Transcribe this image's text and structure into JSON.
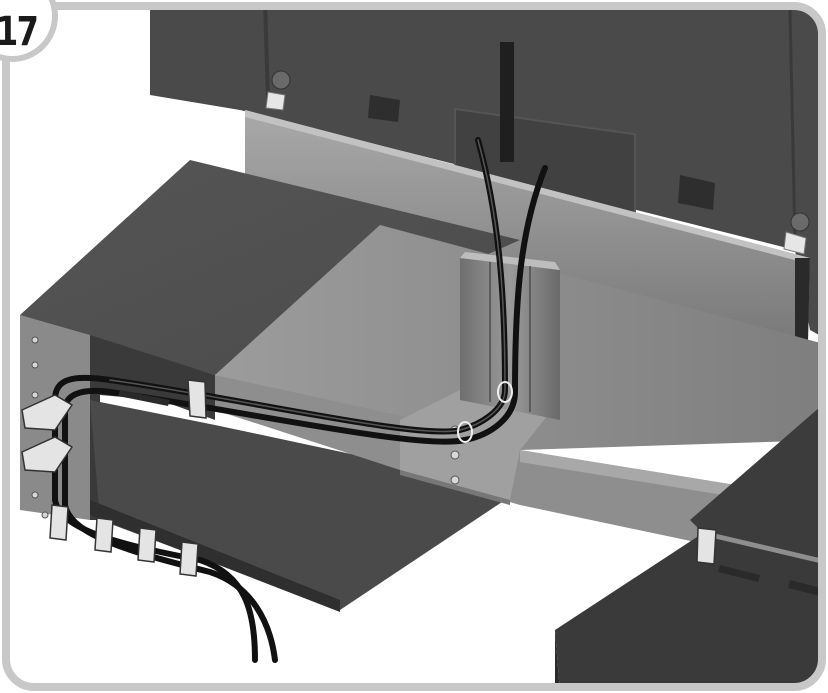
{
  "step": {
    "number": "17"
  },
  "colors": {
    "frame_border": "#c8c8c8",
    "tv_back": "#4a4a4a",
    "stand_dark": "#3d3d3d",
    "stand_top": "#9a9a9a",
    "cable": "#111111",
    "bracket": "#e0e0e0"
  },
  "illustration": {
    "subject": "tv-stand-cable-routing",
    "cables_routed": 2
  }
}
